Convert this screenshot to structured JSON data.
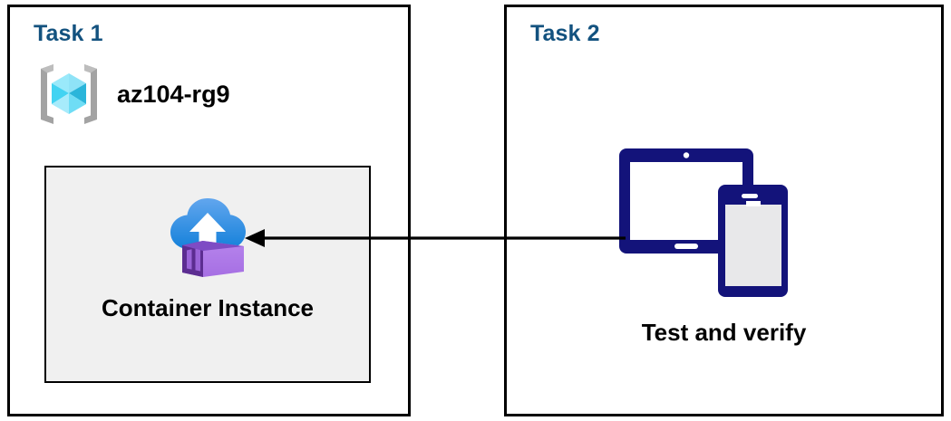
{
  "diagram": {
    "type": "azure-task-flow-diagram",
    "background": "#ffffff",
    "panels": [
      {
        "id": "task-1",
        "title": "Task 1",
        "title_color": "#13527f",
        "border_color": "#000000",
        "resource_group": {
          "icon": "azure-resource-group-icon",
          "label": "az104-rg9",
          "label_color": "#000000"
        },
        "resource_box": {
          "fill": "#f0f0f0",
          "border_color": "#000000",
          "icon": "azure-container-instance-icon",
          "label": "Container Instance",
          "label_color": "#000000"
        }
      },
      {
        "id": "task-2",
        "title": "Task 2",
        "title_color": "#13527f",
        "border_color": "#000000",
        "device": {
          "icon": "tablet-and-phone-devices-icon",
          "icon_color": "#13137a",
          "label": "Test and verify",
          "label_color": "#000000"
        }
      }
    ],
    "connector": {
      "name": "test-to-container-arrow",
      "direction": "right-to-left",
      "color": "#000000",
      "from": "Test and verify",
      "to": "Container Instance"
    },
    "colors": {
      "title_blue": "#13527f",
      "box_gray": "#f0f0f0",
      "device_navy": "#13137a",
      "cloud_blue_light": "#5a9eeb",
      "cloud_blue_dark": "#1b85dc",
      "container_purple_dark": "#5c2d91",
      "container_purple_light": "#b07ce8",
      "cube_cyan_light": "#9cf0fb",
      "cube_cyan_dark": "#32c7e8",
      "bracket_gray": "#a0a0a0"
    }
  }
}
